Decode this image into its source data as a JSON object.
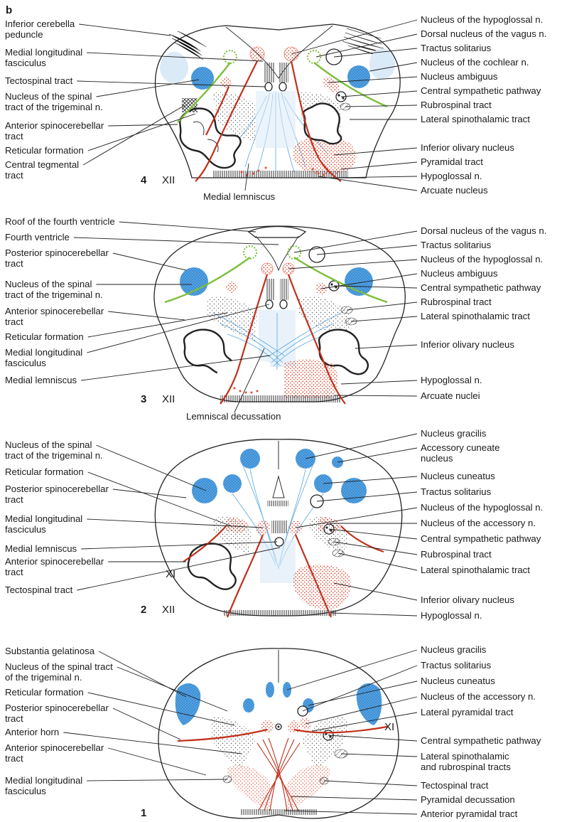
{
  "figure_letter": "b",
  "sections": {
    "s4": {
      "number": "4",
      "roman": "XII",
      "bottom_label": "Medial lemniscus",
      "left_labels": [
        [
          "Inferior cerebella",
          "peduncle"
        ],
        [
          "Medial longitudinal",
          "fasciculus"
        ],
        [
          "Tectospinal tract"
        ],
        [
          "Nucleus of the spinal",
          "tract of the trigeminal n."
        ],
        [
          "Anterior spinocerebellar",
          "tract"
        ],
        [
          "Reticular formation"
        ],
        [
          "Central tegmental",
          "tract"
        ]
      ],
      "right_labels": [
        [
          "Nucleus of the hypoglossal n."
        ],
        [
          "Dorsal nucleus of the vagus n."
        ],
        [
          "Tractus solitarius"
        ],
        [
          "Nucleus of the cochlear n."
        ],
        [
          "Nucleus ambiguus"
        ],
        [
          "Central sympathetic pathway"
        ],
        [
          "Rubrospinal tract"
        ],
        [
          "Lateral spinothalamic tract"
        ],
        [
          "Inferior olivary nucleus"
        ],
        [
          "Pyramidal tract"
        ],
        [
          "Hypoglossal n."
        ],
        [
          "Arcuate nucleus"
        ]
      ]
    },
    "s3": {
      "number": "3",
      "roman": "XII",
      "bottom_label": "Lemniscal decussation",
      "left_labels": [
        [
          "Roof of the fourth ventricle"
        ],
        [
          "Fourth ventricle"
        ],
        [
          "Posterior spinocerebellar",
          "tract"
        ],
        [
          "Nucleus of the spinal",
          "tract of the trigeminal n."
        ],
        [
          "Anterior spinocerebellar",
          "tract"
        ],
        [
          "Reticular formation"
        ],
        [
          "Medial longitudinal",
          "fasciculus"
        ],
        [
          "Medial lemniscus"
        ]
      ],
      "right_labels": [
        [
          "Dorsal nucleus of the vagus n."
        ],
        [
          "Tractus solitarius"
        ],
        [
          "Nucleus of the hypoglossal n."
        ],
        [
          "Nucleus ambiguus"
        ],
        [
          "Central sympathetic pathway"
        ],
        [
          "Rubrospinal tract"
        ],
        [
          "Lateral spinothalamic tract"
        ],
        [
          "Inferior olivary nucleus"
        ],
        [
          "Hypoglossal n."
        ],
        [
          "Arcuate nuclei"
        ]
      ]
    },
    "s2": {
      "number": "2",
      "roman": "XII",
      "roman_side": "XI",
      "left_labels": [
        [
          "Nucleus of the spinal",
          "tract of the trigeminal n."
        ],
        [
          "Reticular formation"
        ],
        [
          "Posterior spinocerebellar",
          "tract"
        ],
        [
          "Medial longitudinal",
          "fasciculus"
        ],
        [
          "Medial lemniscus"
        ],
        [
          "Anterior spinocerebellar",
          "tract"
        ],
        [
          "Tectospinal tract"
        ]
      ],
      "right_labels": [
        [
          "Nucleus gracilis"
        ],
        [
          "Accessory cuneate",
          "nucleus"
        ],
        [
          "Nucleus cuneatus"
        ],
        [
          "Tractus solitarius"
        ],
        [
          "Nucleus of the hypoglossal n."
        ],
        [
          "Nucleus of the accessory n."
        ],
        [
          "Central sympathetic pathway"
        ],
        [
          "Rubrospinal tract"
        ],
        [
          "Lateral spinothalamic tract"
        ],
        [
          "Inferior olivary nucleus"
        ],
        [
          "Hypoglossal n."
        ]
      ]
    },
    "s1": {
      "number": "1",
      "roman_side": "XI",
      "left_labels": [
        [
          "Substantia gelatinosa"
        ],
        [
          "Nucleus of the spinal tract",
          "of the trigeminal n."
        ],
        [
          "Reticular formation"
        ],
        [
          "Posterior spinocerebellar",
          "tract"
        ],
        [
          "Anterior horn"
        ],
        [
          "Anterior spinocerebellar",
          "tract"
        ],
        [
          "Medial longitudinal",
          "fasciculus"
        ]
      ],
      "right_labels": [
        [
          "Nucleus gracilis"
        ],
        [
          "Tractus solitarius"
        ],
        [
          "Nucleus cuneatus"
        ],
        [
          "Nucleus of the accessory n."
        ],
        [
          "Lateral pyramidal tract"
        ],
        [
          "Central sympathetic pathway"
        ],
        [
          "Lateral spinothalamic",
          "and rubrospinal tracts"
        ],
        [
          "Tectospinal tract"
        ],
        [
          "Pyramidal decussation"
        ],
        [
          "Anterior pyramidal tract"
        ]
      ]
    }
  },
  "colors": {
    "motor_red": "#e24b33",
    "sensory_blue": "#3b8fd6",
    "autonomic_green": "#7cbf3a",
    "nerve_red": "#c0301b"
  }
}
